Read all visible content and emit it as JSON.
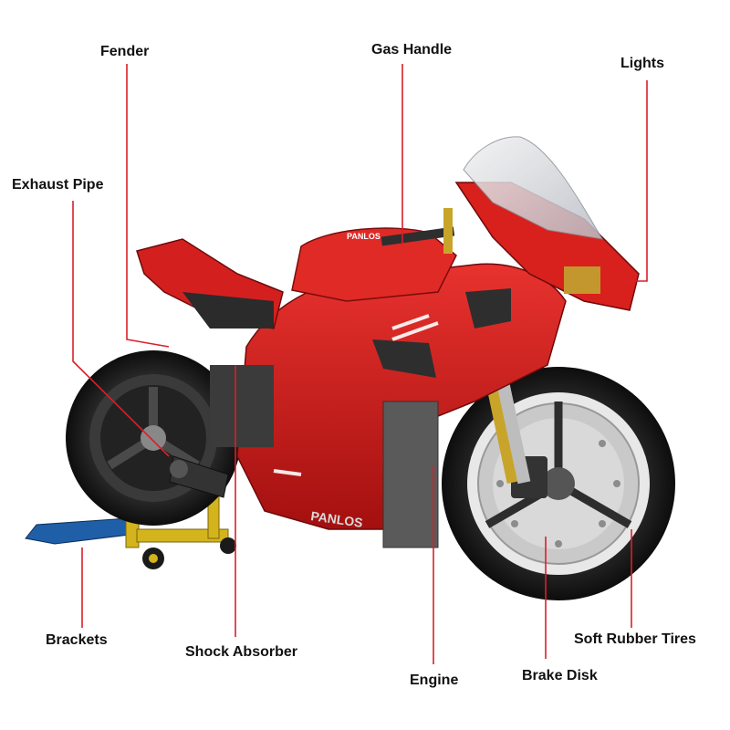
{
  "labels": {
    "fender": "Fender",
    "gas_handle": "Gas Handle",
    "lights": "Lights",
    "exhaust_pipe": "Exhaust Pipe",
    "brackets": "Brackets",
    "shock_absorber": "Shock Absorber",
    "engine": "Engine",
    "brake_disk": "Brake Disk",
    "soft_rubber_tires": "Soft Rubber Tires"
  },
  "product_markings": {
    "brand_on_tank": "PANLOS",
    "brand_on_fairing": "PANLOS"
  },
  "colors": {
    "leader_line": "#d8202a",
    "body_red": "#d01c1c",
    "background": "#ffffff"
  }
}
